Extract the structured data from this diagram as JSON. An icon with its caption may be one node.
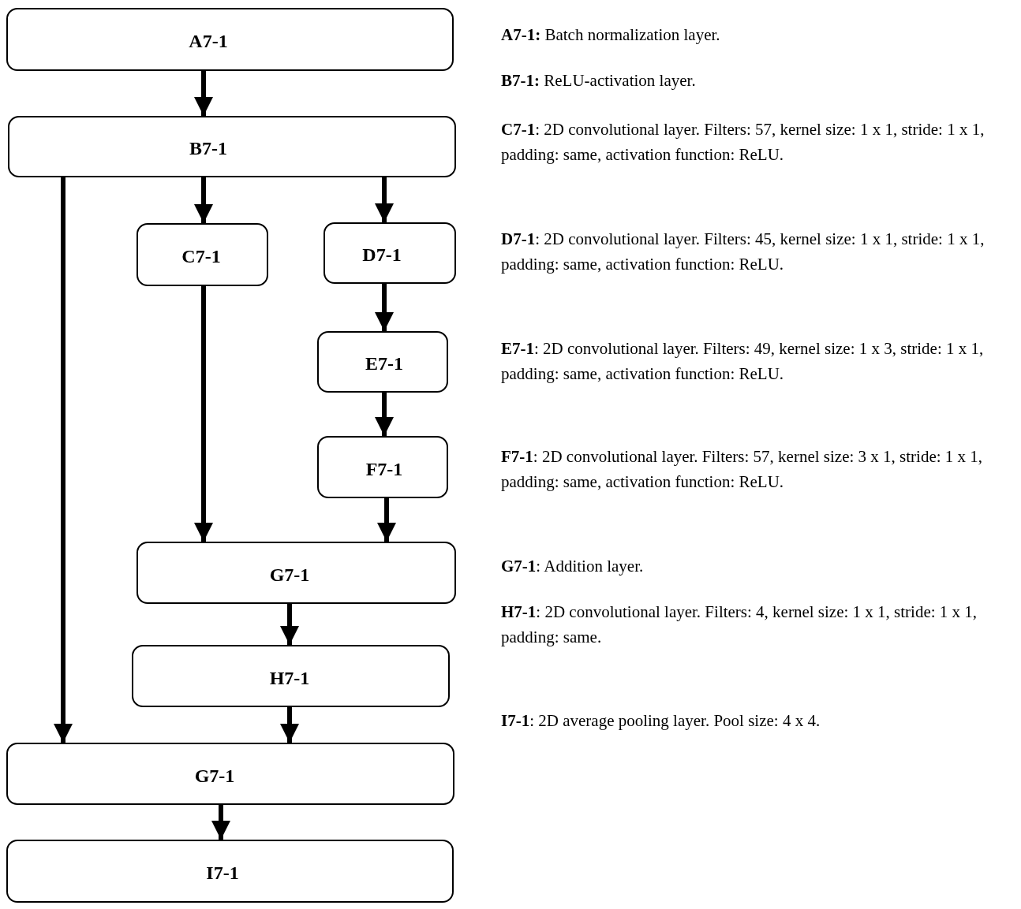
{
  "diagram": {
    "nodes": [
      {
        "text": [
          "A7-1"
        ]
      },
      {
        "text": [
          "B7-1"
        ]
      },
      {
        "text": [
          "C7-1"
        ]
      },
      {
        "text": [
          "D7-1"
        ]
      },
      {
        "text": [
          "E7-1"
        ]
      },
      {
        "text": [
          "F7-1"
        ]
      },
      {
        "text": [
          "G7-1"
        ]
      },
      {
        "text": [
          "H7-1"
        ]
      },
      {
        "text": [
          "G7-1"
        ]
      },
      {
        "text": [
          "I7-1"
        ]
      }
    ],
    "edges": [
      {
        "from": 0,
        "to": 1,
        "arrow": "to"
      },
      {
        "from": 1,
        "to": 8,
        "arrow": "to"
      },
      {
        "from": 1,
        "to": 2,
        "arrow": "to"
      },
      {
        "from": 1,
        "to": 3,
        "arrow": "to"
      },
      {
        "from": 2,
        "to": 6,
        "arrow": "to"
      },
      {
        "from": 3,
        "to": 4,
        "arrow": "to"
      },
      {
        "from": 4,
        "to": 5,
        "arrow": "to"
      },
      {
        "from": 5,
        "to": 6,
        "arrow": "to"
      },
      {
        "from": 6,
        "to": 7,
        "arrow": "to"
      },
      {
        "from": 7,
        "to": 8,
        "arrow": "to"
      },
      {
        "from": 8,
        "to": 9,
        "arrow": "to"
      }
    ],
    "labels": [
      "**A7-1:** Batch normalization layer.",
      "**B7-1:** ReLU-activation layer.",
      "**C7-1**: 2D convolutional layer. Filters: 57, kernel size: 1 x 1, stride: 1 x 1, padding: same, activation function: ReLU.",
      "**D7-1**: 2D convolutional layer. Filters: 45, kernel size: 1 x 1, stride: 1 x 1, padding: same, activation function: ReLU.",
      "**E7-1**: 2D convolutional layer. Filters: 49, kernel size: 1 x 3, stride: 1 x 1, padding: same, activation function: ReLU.",
      "**F7-1**: 2D convolutional layer. Filters: 57, kernel size: 3 x 1, stride: 1 x 1, padding: same, activation function: ReLU.",
      "**G7-1**: Addition layer.",
      "**H7-1**: 2D convolutional layer. Filters: 4, kernel size: 1 x 1, stride: 1 x 1, padding: same.",
      "**I7-1**: 2D average pooling layer. Pool size: 4 x 4."
    ]
  }
}
